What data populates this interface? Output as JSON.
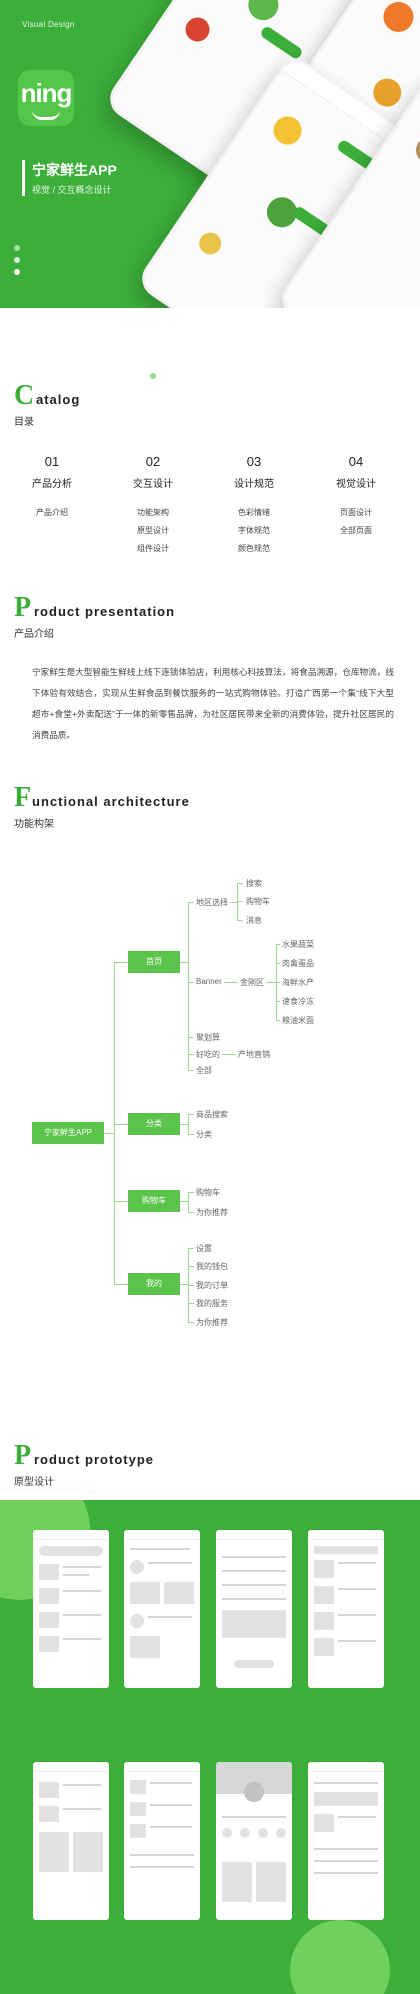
{
  "hero": {
    "top_label": "Visual Design",
    "logo_text": "ning",
    "title": "宁家鲜生APP",
    "subtitle": "视觉 / 交互概念设计"
  },
  "catalog": {
    "letter": "C",
    "word": "atalog",
    "cn": "目录",
    "columns": [
      {
        "num": "01",
        "title": "产品分析",
        "items": [
          "产品介绍"
        ]
      },
      {
        "num": "02",
        "title": "交互设计",
        "items": [
          "功能架构",
          "原型设计",
          "组件设计"
        ]
      },
      {
        "num": "03",
        "title": "设计规范",
        "items": [
          "色彩情绪",
          "字体规范",
          "颜色规范"
        ]
      },
      {
        "num": "04",
        "title": "视觉设计",
        "items": [
          "页面设计",
          "全部页面"
        ]
      }
    ]
  },
  "presentation": {
    "letter": "P",
    "word": "roduct presentation",
    "cn": "产品介绍",
    "text": "宁家鲜生是大型智能生鲜线上线下连锁体验店，利用核心科技算法，将食品溯源，仓库物流，线下体验有效结合，实现从生鲜食品到餐饮服务的一站式购物体验。打造广西第一个集“线下大型超市+食堂+外卖配送”于一体的新零售品牌，为社区居民带来全新的消费体验，提升社区居民的消费品质。"
  },
  "architecture": {
    "letter": "F",
    "word": "unctional architecture",
    "cn": "功能构架",
    "root": "宁家鲜生APP",
    "home": "首页",
    "home_sub": [
      "地区选择",
      "Banner",
      "聚划算",
      "好吃的",
      "全部"
    ],
    "region_leaves": [
      "搜索",
      "购物车",
      "消息"
    ],
    "banner_mid": "金刚区",
    "banner_leaves": [
      "水果蔬菜",
      "肉禽蛋品",
      "海鲜水产",
      "速食冷冻",
      "粮油米面"
    ],
    "haochi_leaf": "产地直销",
    "category": "分类",
    "category_leaves": [
      "商品搜索",
      "分类"
    ],
    "cart": "购物车",
    "cart_leaves": [
      "购物车",
      "为你推荐"
    ],
    "mine": "我的",
    "mine_leaves": [
      "设置",
      "我的钱包",
      "我的订单",
      "我的服务",
      "为你推荐"
    ]
  },
  "prototype": {
    "letter": "P",
    "word": "roduct prototype",
    "cn": "原型设计"
  },
  "colors": {
    "brand_green": "#3cae3a",
    "node_green": "#5bc44a",
    "light_green": "#8ed98a"
  }
}
